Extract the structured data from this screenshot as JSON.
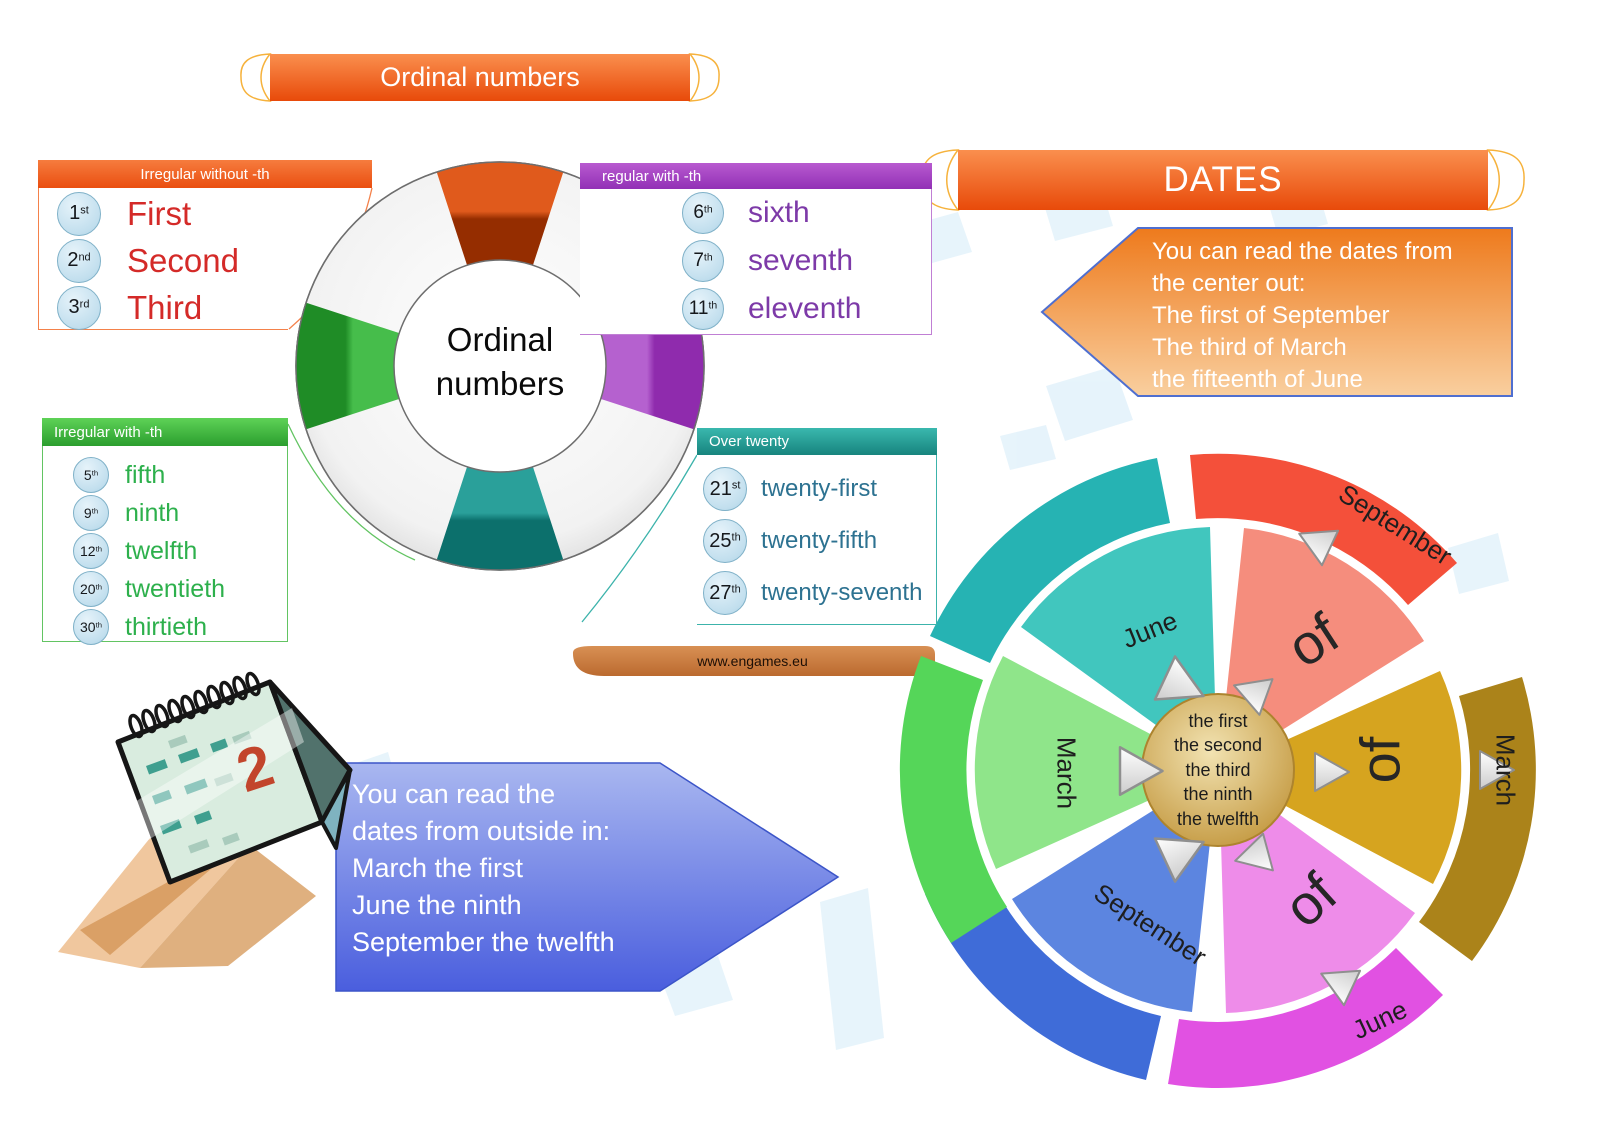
{
  "title_banners": {
    "left": "Ordinal numbers",
    "right": "DATES",
    "accent": "#f0551e"
  },
  "website": "www.engames.eu",
  "lifebuoy": {
    "label_line1": "Ordinal",
    "label_line2": "numbers"
  },
  "boxes": [
    {
      "title": "Irregular without -th",
      "accent": "#f26327",
      "items": [
        {
          "num": "1",
          "suffix": "st",
          "word": "First"
        },
        {
          "num": "2",
          "suffix": "nd",
          "word": "Second"
        },
        {
          "num": "3",
          "suffix": "rd",
          "word": "Third"
        }
      ]
    },
    {
      "title": "regular with -th",
      "accent": "#a63fc4",
      "items": [
        {
          "num": "6",
          "suffix": "th",
          "word": "sixth"
        },
        {
          "num": "7",
          "suffix": "th",
          "word": "seventh"
        },
        {
          "num": "11",
          "suffix": "th",
          "word": "eleventh"
        }
      ]
    },
    {
      "title": "Irregular with -th",
      "accent": "#3bb54a",
      "items": [
        {
          "num": "5",
          "suffix": "th",
          "word": "fifth"
        },
        {
          "num": "9",
          "suffix": "th",
          "word": "ninth"
        },
        {
          "num": "12",
          "suffix": "th",
          "word": "twelfth"
        },
        {
          "num": "20",
          "suffix": "th",
          "word": "twentieth"
        },
        {
          "num": "30",
          "suffix": "th",
          "word": "thirtieth"
        }
      ]
    },
    {
      "title": "Over twenty",
      "accent": "#2aa8a0",
      "items": [
        {
          "num": "21",
          "suffix": "st",
          "word": "twenty-first"
        },
        {
          "num": "25",
          "suffix": "th",
          "word": "twenty-fifth"
        },
        {
          "num": "27",
          "suffix": "th",
          "word": "twenty-seventh"
        }
      ]
    }
  ],
  "callouts": {
    "center_out": {
      "lines": [
        "You can read the dates from",
        "the center out:",
        "The first of September",
        "The third of March",
        "the fifteenth of June"
      ]
    },
    "outside_in": {
      "lines": [
        "You can read the",
        "dates from outside in:",
        "March the first",
        "June the ninth",
        "September the twelfth"
      ]
    }
  },
  "flower": {
    "center_lines": [
      "the first",
      "the second",
      "the third",
      "the ninth",
      "the twelfth"
    ],
    "petals": [
      {
        "position": "top-right",
        "month": "September",
        "connector": "of",
        "petal_color": "#f58d7d",
        "band_color": "#f4503a"
      },
      {
        "position": "right",
        "month": "March",
        "connector": "of",
        "petal_color": "#d6a41f",
        "band_color": "#ab831a"
      },
      {
        "position": "bottom-right",
        "month": "June",
        "connector": "of",
        "petal_color": "#ee8ce9",
        "band_color": "#e151e2"
      },
      {
        "position": "bottom-left",
        "month": "September",
        "petal_color": "#5c85e0",
        "band_color": "#3f6cd8"
      },
      {
        "position": "left",
        "month": "March",
        "petal_color": "#8fe58a",
        "band_color": "#55d659"
      },
      {
        "position": "top-left",
        "month": "June",
        "petal_color": "#41c6be",
        "band_color": "#26b3b3"
      }
    ]
  },
  "calendar": {
    "day": "2"
  },
  "colors": {
    "callout_orange_border": "#4f6fd0",
    "callout_blue": "#5468e2",
    "site_bar": "#c97a3a",
    "circle_fill": "#cfe6f3",
    "center_circle": "#d3a94e"
  }
}
